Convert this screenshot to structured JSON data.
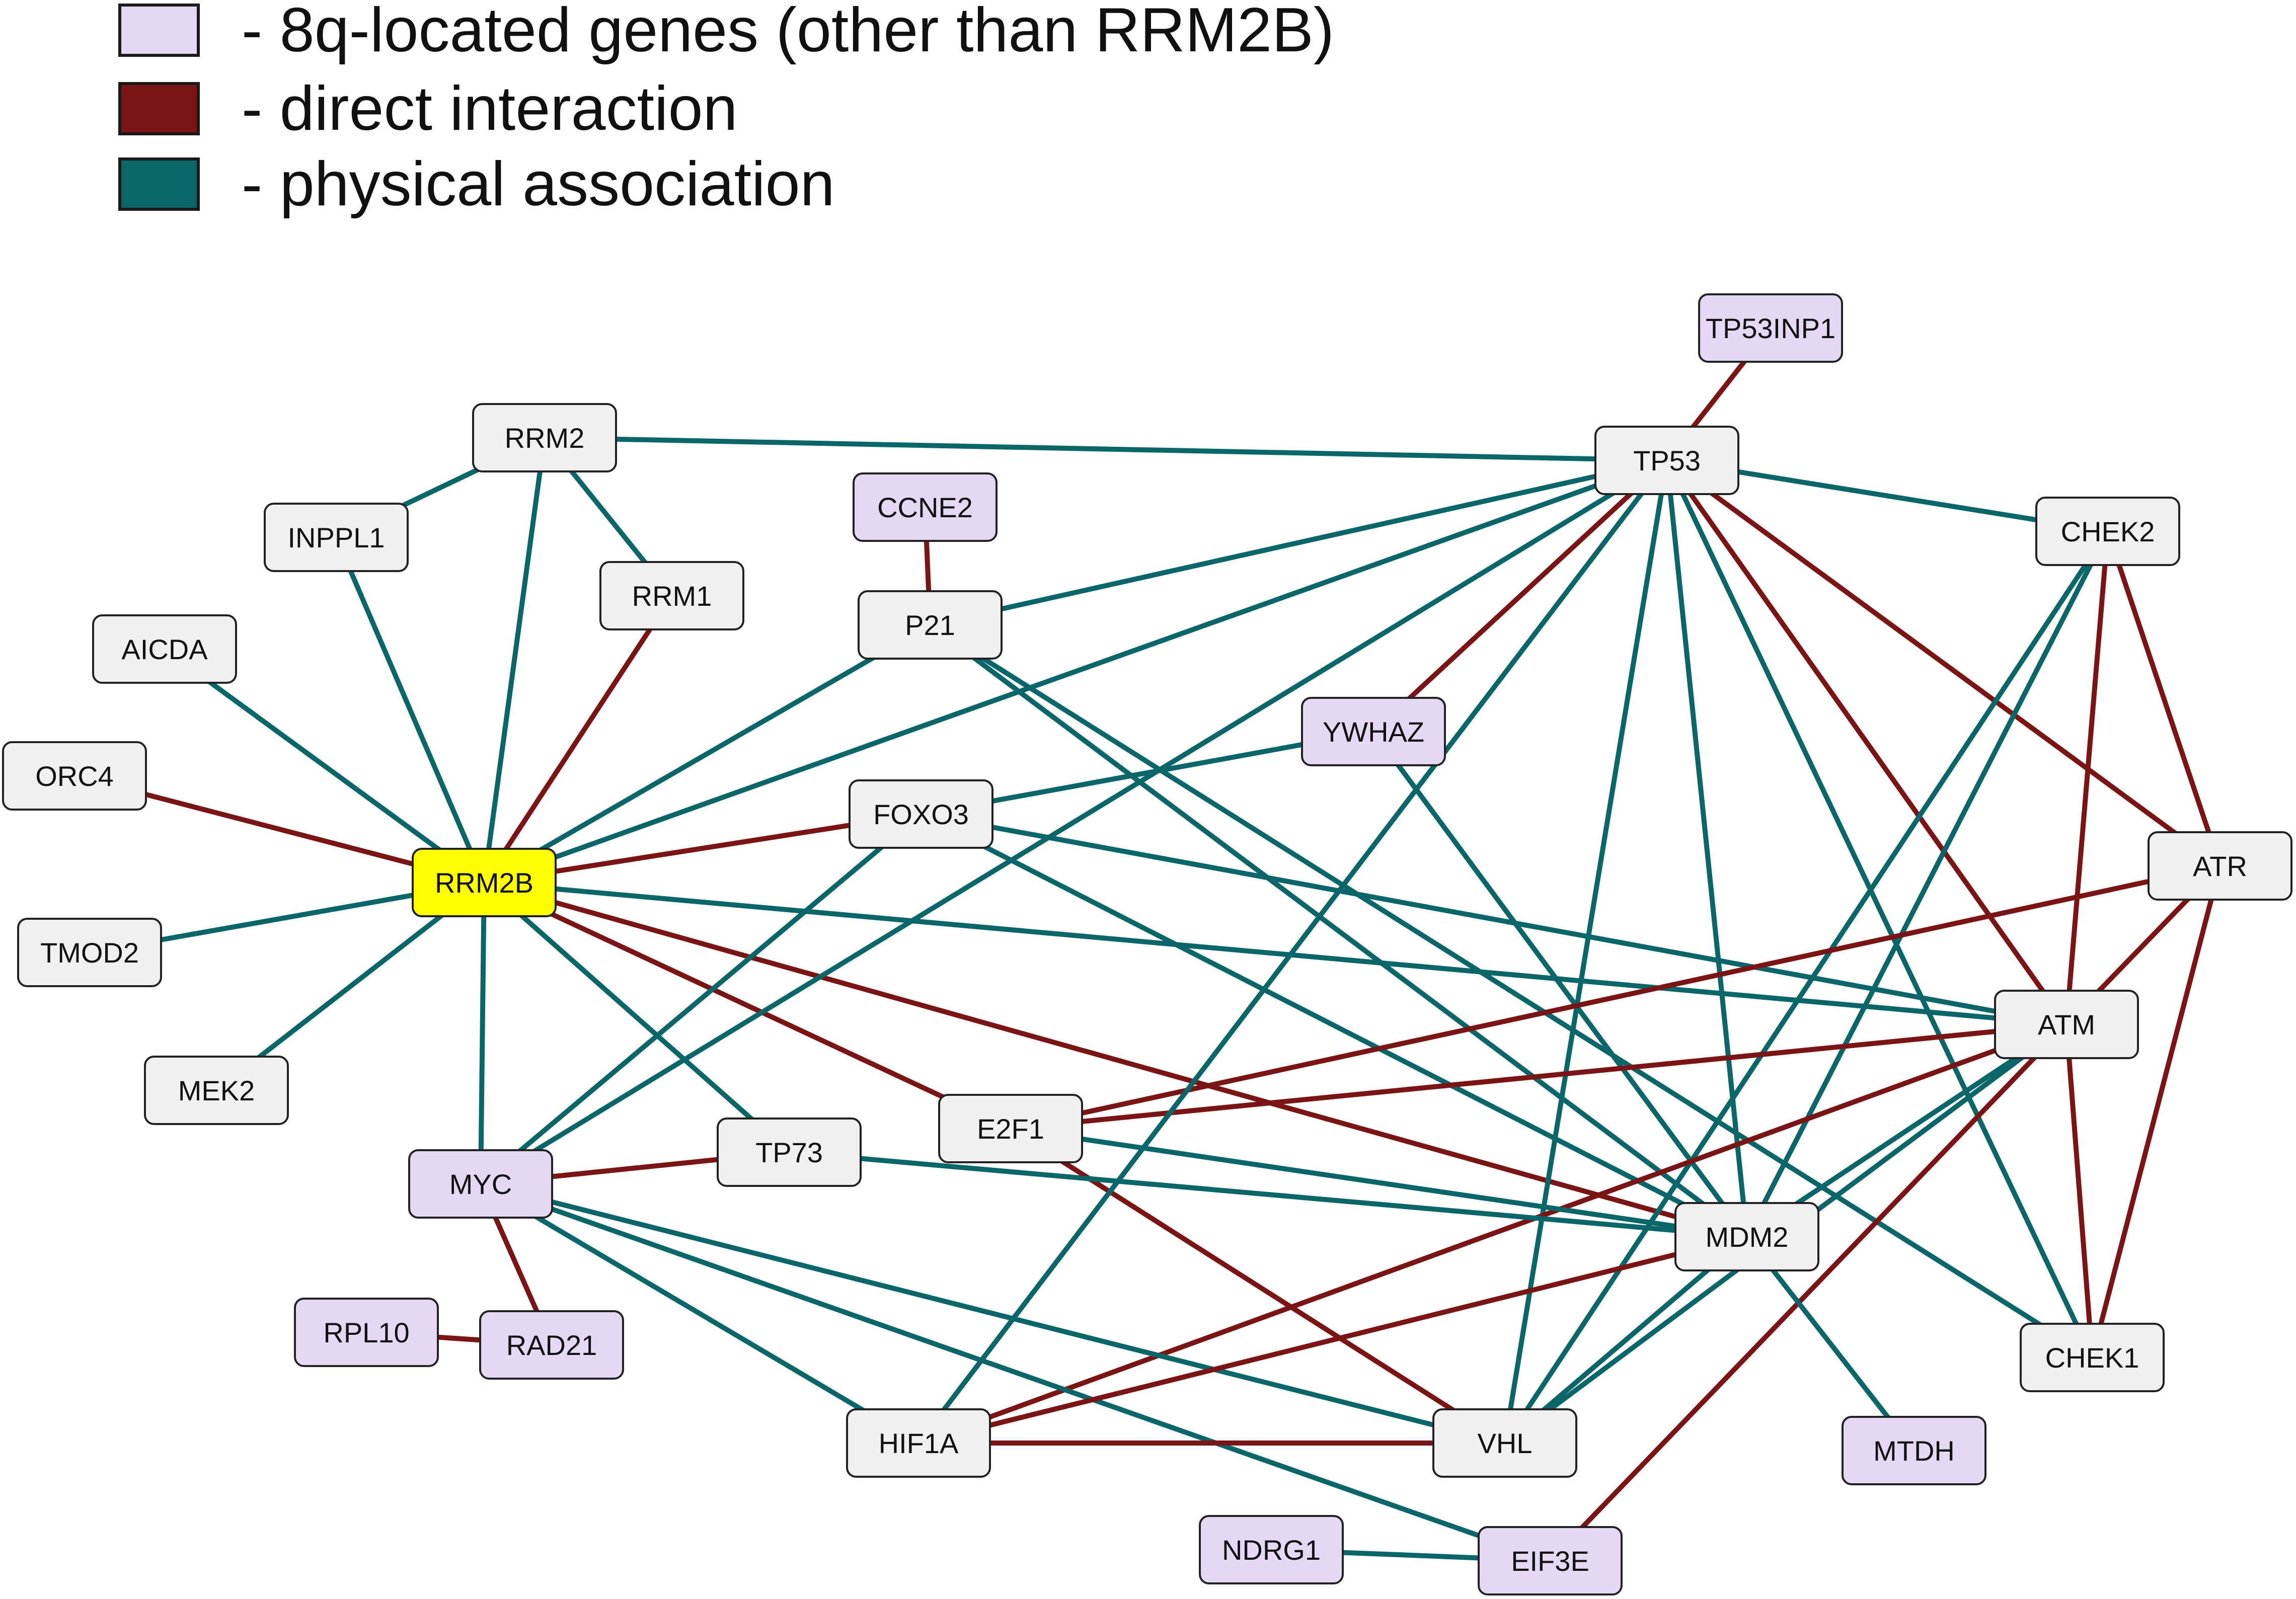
{
  "colors": {
    "gene_8q": "#e4d8f5",
    "gene_default": "#f0f0f0",
    "gene_highlight": "#ffff00",
    "direct": "#7b1515",
    "physical": "#0a6668"
  },
  "legend": [
    {
      "type": "8q",
      "label": "-  8q-located genes (other than RRM2B)"
    },
    {
      "type": "direct",
      "label": "-  direct interaction"
    },
    {
      "type": "physical",
      "label": "-  physical association"
    }
  ],
  "nodes": [
    {
      "id": "RRM2B",
      "label": "RRM2B",
      "group": "highlight"
    },
    {
      "id": "RRM2",
      "label": "RRM2",
      "group": "default"
    },
    {
      "id": "INPPL1",
      "label": "INPPL1",
      "group": "default"
    },
    {
      "id": "RRM1",
      "label": "RRM1",
      "group": "default"
    },
    {
      "id": "AICDA",
      "label": "AICDA",
      "group": "default"
    },
    {
      "id": "ORC4",
      "label": "ORC4",
      "group": "default"
    },
    {
      "id": "TMOD2",
      "label": "TMOD2",
      "group": "default"
    },
    {
      "id": "MEK2",
      "label": "MEK2",
      "group": "default"
    },
    {
      "id": "CCNE2",
      "label": "CCNE2",
      "group": "8q"
    },
    {
      "id": "P21",
      "label": "P21",
      "group": "default"
    },
    {
      "id": "FOXO3",
      "label": "FOXO3",
      "group": "default"
    },
    {
      "id": "YWHAZ",
      "label": "YWHAZ",
      "group": "8q"
    },
    {
      "id": "TP53INP1",
      "label": "TP53INP1",
      "group": "8q"
    },
    {
      "id": "TP53",
      "label": "TP53",
      "group": "default"
    },
    {
      "id": "CHEK2",
      "label": "CHEK2",
      "group": "default"
    },
    {
      "id": "ATR",
      "label": "ATR",
      "group": "default"
    },
    {
      "id": "ATM",
      "label": "ATM",
      "group": "default"
    },
    {
      "id": "E2F1",
      "label": "E2F1",
      "group": "default"
    },
    {
      "id": "TP73",
      "label": "TP73",
      "group": "default"
    },
    {
      "id": "MYC",
      "label": "MYC",
      "group": "8q"
    },
    {
      "id": "MDM2",
      "label": "MDM2",
      "group": "default"
    },
    {
      "id": "CHEK1",
      "label": "CHEK1",
      "group": "default"
    },
    {
      "id": "RPL10",
      "label": "RPL10",
      "group": "8q"
    },
    {
      "id": "RAD21",
      "label": "RAD21",
      "group": "8q"
    },
    {
      "id": "HIF1A",
      "label": "HIF1A",
      "group": "default"
    },
    {
      "id": "VHL",
      "label": "VHL",
      "group": "default"
    },
    {
      "id": "MTDH",
      "label": "MTDH",
      "group": "8q"
    },
    {
      "id": "NDRG1",
      "label": "NDRG1",
      "group": "8q"
    },
    {
      "id": "EIF3E",
      "label": "EIF3E",
      "group": "8q"
    }
  ],
  "edges": [
    {
      "source": "RRM2B",
      "target": "RRM2",
      "type": "physical"
    },
    {
      "source": "RRM2B",
      "target": "INPPL1",
      "type": "physical"
    },
    {
      "source": "RRM2B",
      "target": "RRM1",
      "type": "direct"
    },
    {
      "source": "RRM2B",
      "target": "AICDA",
      "type": "physical"
    },
    {
      "source": "RRM2B",
      "target": "ORC4",
      "type": "direct"
    },
    {
      "source": "RRM2B",
      "target": "TMOD2",
      "type": "physical"
    },
    {
      "source": "RRM2B",
      "target": "MEK2",
      "type": "physical"
    },
    {
      "source": "RRM2B",
      "target": "MYC",
      "type": "physical"
    },
    {
      "source": "RRM2B",
      "target": "TP73",
      "type": "physical"
    },
    {
      "source": "RRM2B",
      "target": "P21",
      "type": "physical"
    },
    {
      "source": "RRM2B",
      "target": "TP53",
      "type": "physical"
    },
    {
      "source": "RRM2B",
      "target": "FOXO3",
      "type": "direct"
    },
    {
      "source": "RRM2B",
      "target": "E2F1",
      "type": "direct"
    },
    {
      "source": "RRM2B",
      "target": "MDM2",
      "type": "direct"
    },
    {
      "source": "RRM2B",
      "target": "ATM",
      "type": "physical"
    },
    {
      "source": "RRM2",
      "target": "INPPL1",
      "type": "physical"
    },
    {
      "source": "RRM2",
      "target": "RRM1",
      "type": "physical"
    },
    {
      "source": "RRM2",
      "target": "TP53",
      "type": "physical"
    },
    {
      "source": "CCNE2",
      "target": "P21",
      "type": "direct"
    },
    {
      "source": "P21",
      "target": "TP53",
      "type": "physical"
    },
    {
      "source": "P21",
      "target": "MDM2",
      "type": "physical"
    },
    {
      "source": "P21",
      "target": "CHEK1",
      "type": "physical"
    },
    {
      "source": "TP53INP1",
      "target": "TP53",
      "type": "direct"
    },
    {
      "source": "TP53",
      "target": "YWHAZ",
      "type": "direct"
    },
    {
      "source": "TP53",
      "target": "CHEK2",
      "type": "physical"
    },
    {
      "source": "TP53",
      "target": "ATR",
      "type": "direct"
    },
    {
      "source": "TP53",
      "target": "ATM",
      "type": "direct"
    },
    {
      "source": "TP53",
      "target": "MDM2",
      "type": "physical"
    },
    {
      "source": "TP53",
      "target": "CHEK1",
      "type": "physical"
    },
    {
      "source": "TP53",
      "target": "VHL",
      "type": "physical"
    },
    {
      "source": "TP53",
      "target": "MYC",
      "type": "physical"
    },
    {
      "source": "YWHAZ",
      "target": "FOXO3",
      "type": "physical"
    },
    {
      "source": "YWHAZ",
      "target": "MDM2",
      "type": "physical"
    },
    {
      "source": "FOXO3",
      "target": "ATM",
      "type": "physical"
    },
    {
      "source": "FOXO3",
      "target": "MDM2",
      "type": "physical"
    },
    {
      "source": "FOXO3",
      "target": "MYC",
      "type": "physical"
    },
    {
      "source": "CHEK2",
      "target": "ATM",
      "type": "direct"
    },
    {
      "source": "CHEK2",
      "target": "ATR",
      "type": "direct"
    },
    {
      "source": "CHEK2",
      "target": "MDM2",
      "type": "physical"
    },
    {
      "source": "CHEK2",
      "target": "VHL",
      "type": "physical"
    },
    {
      "source": "ATR",
      "target": "ATM",
      "type": "direct"
    },
    {
      "source": "ATR",
      "target": "CHEK1",
      "type": "direct"
    },
    {
      "source": "ATR",
      "target": "E2F1",
      "type": "direct"
    },
    {
      "source": "ATM",
      "target": "E2F1",
      "type": "direct"
    },
    {
      "source": "ATM",
      "target": "MDM2",
      "type": "physical"
    },
    {
      "source": "ATM",
      "target": "CHEK1",
      "type": "direct"
    },
    {
      "source": "ATM",
      "target": "HIF1A",
      "type": "direct"
    },
    {
      "source": "ATM",
      "target": "VHL",
      "type": "physical"
    },
    {
      "source": "ATM",
      "target": "EIF3E",
      "type": "direct"
    },
    {
      "source": "E2F1",
      "target": "MDM2",
      "type": "physical"
    },
    {
      "source": "E2F1",
      "target": "VHL",
      "type": "direct"
    },
    {
      "source": "TP73",
      "target": "MYC",
      "type": "direct"
    },
    {
      "source": "TP73",
      "target": "MDM2",
      "type": "physical"
    },
    {
      "source": "MYC",
      "target": "RAD21",
      "type": "direct"
    },
    {
      "source": "MYC",
      "target": "HIF1A",
      "type": "physical"
    },
    {
      "source": "MYC",
      "target": "VHL",
      "type": "physical"
    },
    {
      "source": "MYC",
      "target": "EIF3E",
      "type": "physical"
    },
    {
      "source": "RPL10",
      "target": "RAD21",
      "type": "direct"
    },
    {
      "source": "MDM2",
      "target": "HIF1A",
      "type": "direct"
    },
    {
      "source": "MDM2",
      "target": "VHL",
      "type": "physical"
    },
    {
      "source": "MDM2",
      "target": "MTDH",
      "type": "physical"
    },
    {
      "source": "HIF1A",
      "target": "VHL",
      "type": "direct"
    },
    {
      "source": "HIF1A",
      "target": "TP53",
      "type": "physical"
    },
    {
      "source": "NDRG1",
      "target": "EIF3E",
      "type": "physical"
    }
  ]
}
